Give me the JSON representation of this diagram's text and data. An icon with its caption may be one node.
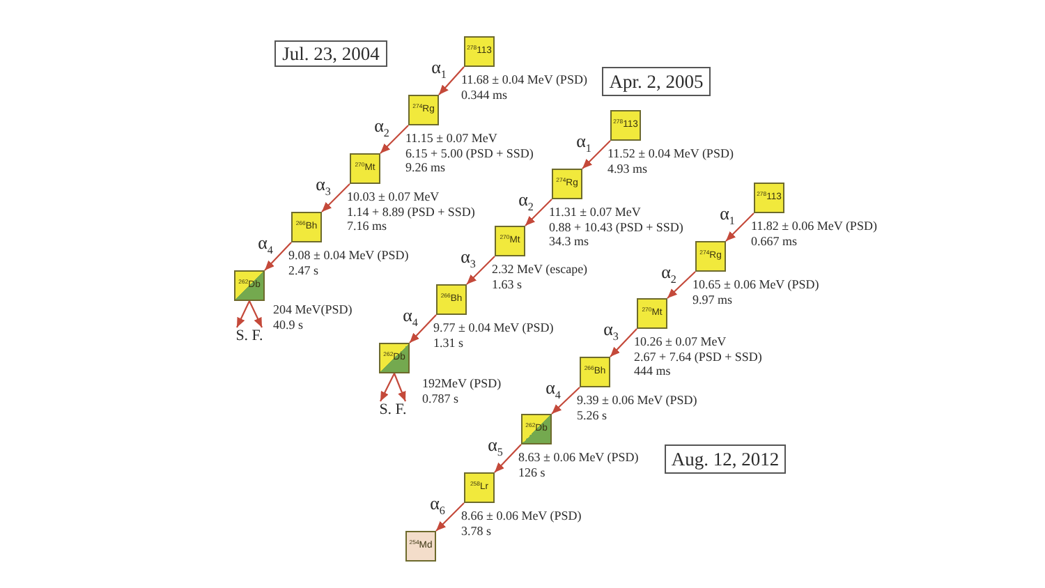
{
  "diagram": {
    "nodes": [
      {
        "text": [
          "Jul. 23, 2004"
        ]
      },
      {
        "text": [
          "$^{278}$113"
        ],
        "beside": [
          "11.68 ± 0.04 MeV (PSD)",
          "0.344 ms"
        ]
      },
      {
        "text": [
          "$^{274}$Rg"
        ],
        "beside": [
          "11.15 ± 0.07 MeV",
          "6.15 + 5.00 (PSD + SSD)",
          "9.26 ms"
        ]
      },
      {
        "text": [
          "$^{270}$Mt"
        ],
        "beside": [
          "10.03 ± 0.07 MeV",
          "1.14 + 8.89 (PSD + SSD)",
          "7.16 ms"
        ]
      },
      {
        "text": [
          "$^{266}$Bh"
        ],
        "beside": [
          "9.08 ± 0.04 MeV (PSD)",
          "2.47 s"
        ]
      },
      {
        "text": [
          "$^{262}$Db"
        ],
        "beside": [
          "204 MeV(PSD)",
          "40.9 s"
        ]
      },
      {
        "text": [
          "S. F."
        ]
      },
      {
        "text": [
          "Apr. 2, 2005"
        ]
      },
      {
        "text": [
          "$^{278}$113"
        ],
        "beside": [
          "11.52 ± 0.04 MeV (PSD)",
          "4.93 ms"
        ]
      },
      {
        "text": [
          "$^{274}$Rg"
        ],
        "beside": [
          "11.31 ± 0.07 MeV",
          "0.88 + 10.43 (PSD + SSD)",
          "34.3 ms"
        ]
      },
      {
        "text": [
          "$^{270}$Mt"
        ],
        "beside": [
          "2.32 MeV (escape)",
          "1.63 s"
        ]
      },
      {
        "text": [
          "$^{266}$Bh"
        ],
        "beside": [
          "9.77 ± 0.04 MeV (PSD)",
          "1.31 s"
        ]
      },
      {
        "text": [
          "$^{262}$Db"
        ],
        "beside": [
          "192MeV (PSD)",
          "0.787 s"
        ]
      },
      {
        "text": [
          "S. F."
        ]
      },
      {
        "text": [
          "$^{278}$113"
        ],
        "beside": [
          "11.82 ± 0.06 MeV (PSD)",
          "0.667 ms"
        ]
      },
      {
        "text": [
          "$^{274}$Rg"
        ],
        "beside": [
          "10.65 ± 0.06 MeV (PSD)",
          "9.97 ms"
        ]
      },
      {
        "text": [
          "$^{270}$Mt"
        ],
        "beside": [
          "10.26 ± 0.07 MeV",
          "2.67 + 7.64 (PSD + SSD)",
          "444 ms"
        ]
      },
      {
        "text": [
          "$^{266}$Bh"
        ],
        "beside": [
          "9.39 ± 0.06 MeV (PSD)",
          "5.26 s"
        ]
      },
      {
        "text": [
          "$^{262}$Db"
        ],
        "beside": [
          "8.63 ± 0.06 MeV (PSD)",
          "126 s"
        ]
      },
      {
        "text": [
          "$^{258}$Lr"
        ],
        "beside": [
          "8.66 ± 0.06 MeV (PSD)",
          "3.78 s"
        ]
      },
      {
        "text": [
          "$^{254}$Md"
        ]
      },
      {
        "text": [
          "Aug. 12, 2012"
        ]
      }
    ],
    "edges": [
      {
        "from": 1,
        "to": 2,
        "arrow": "to",
        "label": "α$_{1}$"
      },
      {
        "from": 2,
        "to": 3,
        "arrow": "to",
        "label": "α$_{2}$"
      },
      {
        "from": 3,
        "to": 4,
        "arrow": "to",
        "label": "α$_{3}$"
      },
      {
        "from": 4,
        "to": 5,
        "arrow": "to",
        "label": "α$_{4}$"
      },
      {
        "from": 5,
        "to": 6,
        "arrow": "to"
      },
      {
        "from": 5,
        "to": 6,
        "arrow": "to"
      },
      {
        "from": 8,
        "to": 9,
        "arrow": "to",
        "label": "α$_{1}$"
      },
      {
        "from": 9,
        "to": 10,
        "arrow": "to",
        "label": "α$_{2}$"
      },
      {
        "from": 10,
        "to": 11,
        "arrow": "to",
        "label": "α$_{3}$"
      },
      {
        "from": 11,
        "to": 12,
        "arrow": "to",
        "label": "α$_{4}$"
      },
      {
        "from": 12,
        "to": 13,
        "arrow": "to"
      },
      {
        "from": 12,
        "to": 13,
        "arrow": "to"
      },
      {
        "from": 14,
        "to": 15,
        "arrow": "to",
        "label": "α$_{1}$"
      },
      {
        "from": 15,
        "to": 16,
        "arrow": "to",
        "label": "α$_{2}$"
      },
      {
        "from": 16,
        "to": 17,
        "arrow": "to",
        "label": "α$_{3}$"
      },
      {
        "from": 17,
        "to": 18,
        "arrow": "to",
        "label": "α$_{4}$"
      },
      {
        "from": 18,
        "to": 19,
        "arrow": "to",
        "label": "α$_{5}$"
      },
      {
        "from": 19,
        "to": 20,
        "arrow": "to",
        "label": "α$_{6}$"
      }
    ]
  }
}
